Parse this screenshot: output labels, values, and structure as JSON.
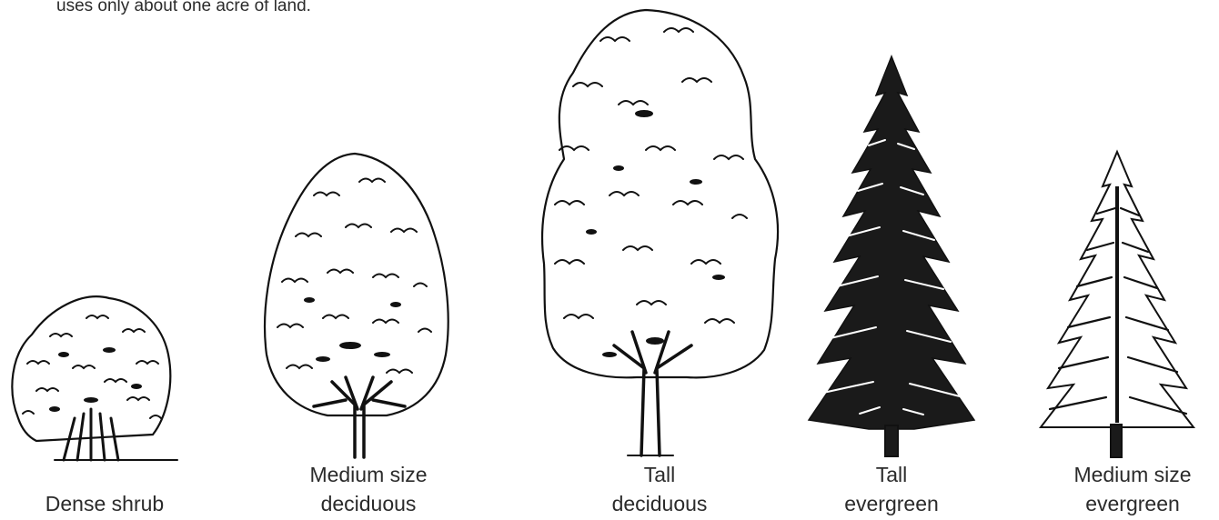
{
  "intro_text": "uses only about one acre of land.",
  "trees": [
    {
      "name": "dense-shrub",
      "label_lines": [
        "Dense shrub"
      ]
    },
    {
      "name": "medium-deciduous",
      "label_lines": [
        "Medium size",
        "deciduous"
      ]
    },
    {
      "name": "tall-deciduous",
      "label_lines": [
        "Tall",
        "deciduous"
      ]
    },
    {
      "name": "tall-evergreen",
      "label_lines": [
        "Tall",
        "evergreen"
      ]
    },
    {
      "name": "medium-evergreen",
      "label_lines": [
        "Medium size",
        "evergreen"
      ]
    }
  ]
}
